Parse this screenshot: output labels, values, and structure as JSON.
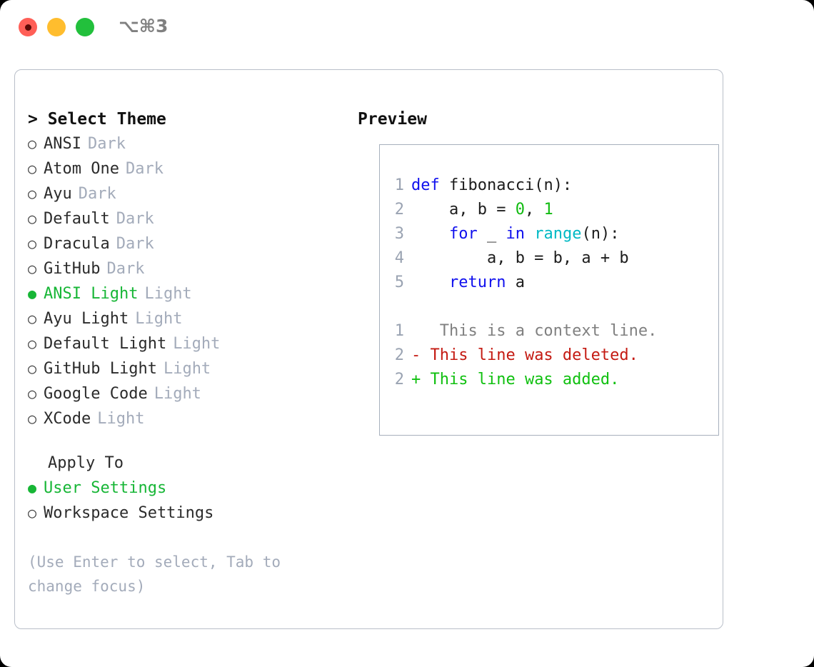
{
  "titlebar": {
    "shortcut": "⌥⌘3",
    "lights": [
      {
        "name": "close",
        "color": "#ff5f57"
      },
      {
        "name": "minimize",
        "color": "#ffbd2e"
      },
      {
        "name": "maximize",
        "color": "#22c03c"
      }
    ]
  },
  "theme_picker": {
    "heading": "> Select Theme",
    "caret": ">",
    "heading_label": "Select Theme",
    "selected_index": 6,
    "themes": [
      {
        "bullet": "○",
        "name": "ANSI",
        "kind": "Dark",
        "selected": false
      },
      {
        "bullet": "○",
        "name": "Atom One",
        "kind": "Dark",
        "selected": false
      },
      {
        "bullet": "○",
        "name": "Ayu",
        "kind": "Dark",
        "selected": false
      },
      {
        "bullet": "○",
        "name": "Default",
        "kind": "Dark",
        "selected": false
      },
      {
        "bullet": "○",
        "name": "Dracula",
        "kind": "Dark",
        "selected": false
      },
      {
        "bullet": "○",
        "name": "GitHub",
        "kind": "Dark",
        "selected": false
      },
      {
        "bullet": "●",
        "name": "ANSI Light",
        "kind": "Light",
        "selected": true
      },
      {
        "bullet": "○",
        "name": "Ayu Light",
        "kind": "Light",
        "selected": false
      },
      {
        "bullet": "○",
        "name": "Default Light",
        "kind": "Light",
        "selected": false
      },
      {
        "bullet": "○",
        "name": "GitHub Light",
        "kind": "Light",
        "selected": false
      },
      {
        "bullet": "○",
        "name": "Google Code",
        "kind": "Light",
        "selected": false
      },
      {
        "bullet": "○",
        "name": "XCode",
        "kind": "Light",
        "selected": false
      }
    ]
  },
  "apply_to": {
    "title": "Apply To",
    "options": [
      {
        "bullet": "●",
        "label": "User Settings",
        "selected": true
      },
      {
        "bullet": "○",
        "label": "Workspace Settings",
        "selected": false
      }
    ]
  },
  "hint": "(Use Enter to select, Tab to change focus)",
  "preview": {
    "title": "Preview",
    "code_lines": [
      {
        "line_no": "1",
        "tokens": [
          {
            "text": "def",
            "type": "kw"
          },
          {
            "text": " fibonacci(n):",
            "type": "plain"
          }
        ]
      },
      {
        "line_no": "2",
        "tokens": [
          {
            "text": "    a, b = ",
            "type": "plain"
          },
          {
            "text": "0",
            "type": "num"
          },
          {
            "text": ", ",
            "type": "plain"
          },
          {
            "text": "1",
            "type": "num"
          }
        ]
      },
      {
        "line_no": "3",
        "tokens": [
          {
            "text": "    ",
            "type": "plain"
          },
          {
            "text": "for",
            "type": "kw"
          },
          {
            "text": " _ ",
            "type": "plain"
          },
          {
            "text": "in",
            "type": "kw"
          },
          {
            "text": " ",
            "type": "plain"
          },
          {
            "text": "range",
            "type": "fn"
          },
          {
            "text": "(n):",
            "type": "plain"
          }
        ]
      },
      {
        "line_no": "4",
        "tokens": [
          {
            "text": "        a, b = b, a + b",
            "type": "plain"
          }
        ]
      },
      {
        "line_no": "5",
        "tokens": [
          {
            "text": "    ",
            "type": "plain"
          },
          {
            "text": "return",
            "type": "kw"
          },
          {
            "text": " a",
            "type": "plain"
          }
        ]
      }
    ],
    "diff_lines": [
      {
        "line_no": "1",
        "marker": " ",
        "text": "  This is a context line.",
        "type": "ctx"
      },
      {
        "line_no": "2",
        "marker": "-",
        "text": " This line was deleted.",
        "type": "del"
      },
      {
        "line_no": "2",
        "marker": "+",
        "text": " This line was added.",
        "type": "add"
      }
    ]
  },
  "colors": {
    "accent_green": "#17b636",
    "muted": "#a3abba",
    "keyword": "#1010ee",
    "function": "#00b9c4",
    "number": "#11bb11",
    "diff_deleted": "#c41a12",
    "diff_added": "#10c010",
    "diff_context": "#808080",
    "panel_border": "#b9bfc9",
    "preview_border": "#a7b0bd"
  }
}
